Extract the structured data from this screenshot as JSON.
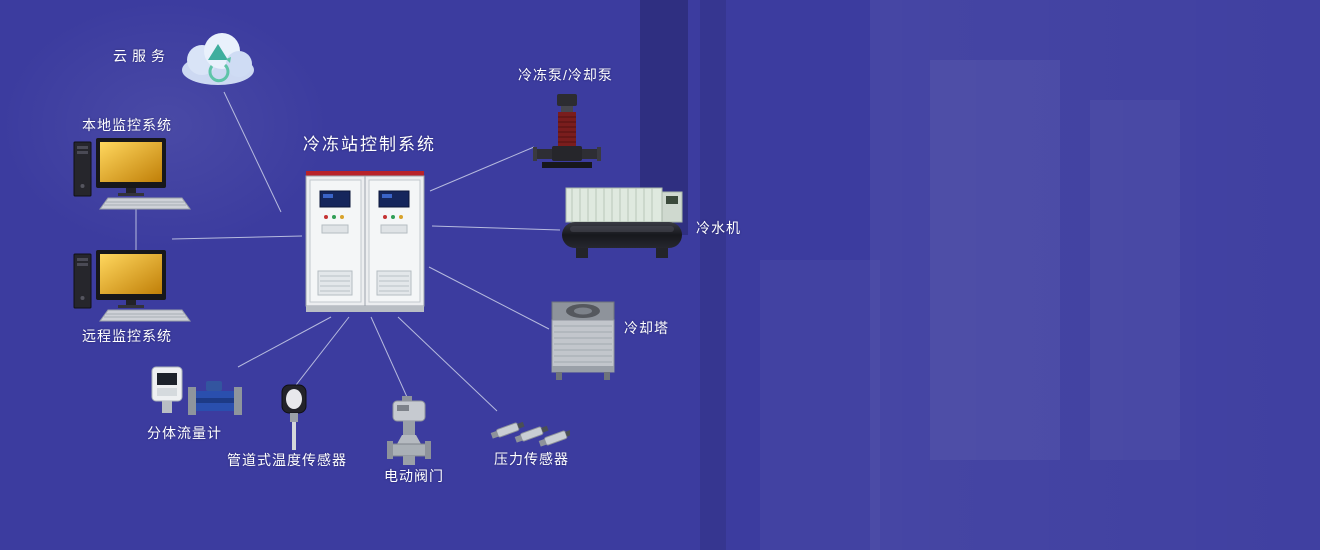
{
  "colors": {
    "background": "#3c3c9f",
    "label_text": "#ffffff",
    "line": "#ccd1ea",
    "cabinet_accent_red": "#b8222a",
    "monitor_screen_yellow": "#e9a912",
    "flow_sensor_blue": "#2a4fae",
    "cloud_teal": "#3fae9e"
  },
  "nodes": {
    "cloud_service": {
      "label": "云服务"
    },
    "local_monitoring": {
      "label": "本地监控系统"
    },
    "remote_monitoring": {
      "label": "远程监控系统"
    },
    "control_station": {
      "label": "冷冻站控制系统"
    },
    "chilled_cooling_pump": {
      "label": "冷冻泵/冷却泵"
    },
    "chiller": {
      "label": "冷水机"
    },
    "cooling_tower": {
      "label": "冷却塔"
    },
    "split_flow_meter": {
      "label": "分体流量计"
    },
    "pipeline_temp_sensor": {
      "label": "管道式温度传感器"
    },
    "electric_valve": {
      "label": "电动阀门"
    },
    "pressure_sensor": {
      "label": "压力传感器"
    }
  },
  "connections": [
    {
      "from": "cloud_service",
      "to": "control_station"
    },
    {
      "from": "local_monitoring",
      "to": "control_station"
    },
    {
      "from": "local_monitoring",
      "to": "remote_monitoring"
    },
    {
      "from": "control_station",
      "to": "chilled_cooling_pump"
    },
    {
      "from": "control_station",
      "to": "chiller"
    },
    {
      "from": "control_station",
      "to": "cooling_tower"
    },
    {
      "from": "control_station",
      "to": "split_flow_meter"
    },
    {
      "from": "control_station",
      "to": "pipeline_temp_sensor"
    },
    {
      "from": "control_station",
      "to": "electric_valve"
    },
    {
      "from": "control_station",
      "to": "pressure_sensor"
    }
  ]
}
